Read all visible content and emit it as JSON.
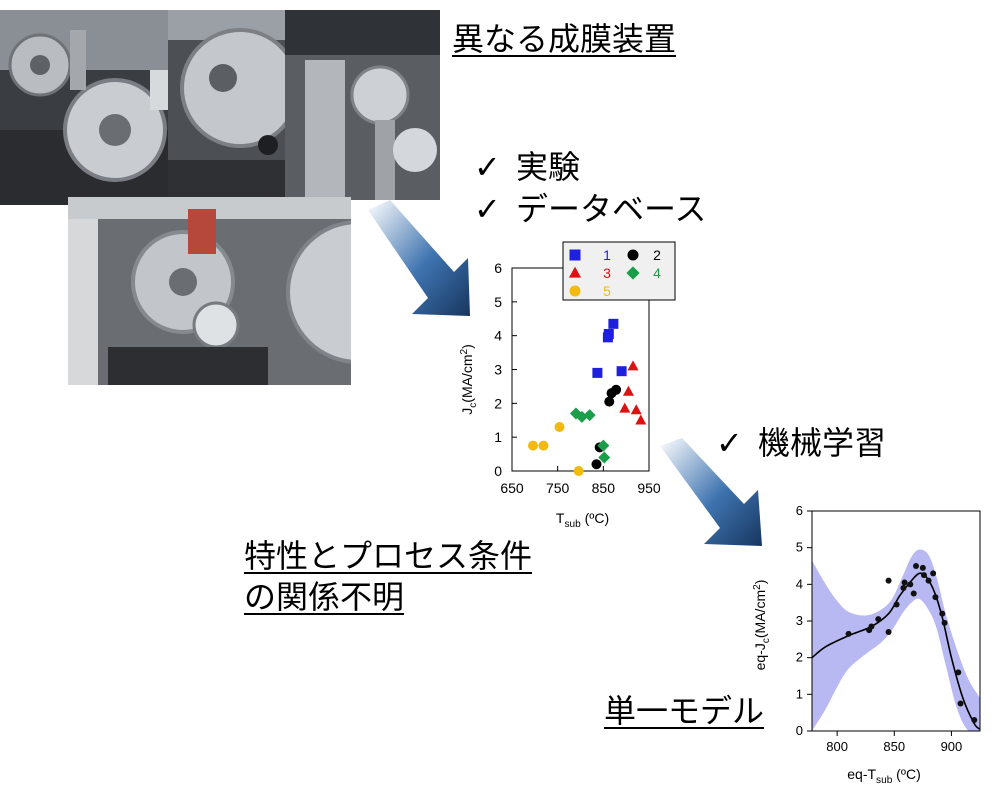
{
  "headings": {
    "different_equipment": "異なる成膜装置",
    "relationship_unknown_line1": "特性とプロセス条件",
    "relationship_unknown_line2": "の関係不明",
    "single_model": "単一モデル"
  },
  "checklist_top": {
    "experiment": "実験",
    "database": "データベース"
  },
  "checklist_ml": {
    "machine_learning": "機械学習"
  },
  "check_glyph": "✓",
  "photos": [
    {
      "name": "deposition-chamber-photo-1",
      "icon": "vacuum-chamber-photo"
    },
    {
      "name": "deposition-chamber-photo-2",
      "icon": "vacuum-chamber-photo"
    },
    {
      "name": "deposition-chamber-photo-3",
      "icon": "vacuum-chamber-photo"
    },
    {
      "name": "deposition-chamber-photo-4",
      "icon": "vacuum-chamber-photo"
    }
  ],
  "chart_data": [
    {
      "type": "scatter",
      "title": "",
      "xlabel_main": "T",
      "xlabel_sub": "sub",
      "xlabel_tail": " (ºC)",
      "ylabel_main": "J",
      "ylabel_sub": "c",
      "ylabel_tail": "(MA/cm",
      "ylabel_sup": "2",
      "ylabel_end": ")",
      "xlim": [
        650,
        950
      ],
      "ylim": [
        0,
        6
      ],
      "xticks": [
        "650",
        "750",
        "850",
        "950"
      ],
      "xtick_values": [
        650,
        750,
        850,
        950
      ],
      "yticks": [
        "0",
        "1",
        "2",
        "3",
        "4",
        "5",
        "6"
      ],
      "ytick_values": [
        0,
        1,
        2,
        3,
        4,
        5,
        6
      ],
      "legend_position": "top (inside, overlapping frame)",
      "series": [
        {
          "name": "1",
          "marker": "square",
          "color": "#1f1fe0",
          "points": [
            [
              837,
              2.9
            ],
            [
              860,
              3.95
            ],
            [
              862,
              4.05
            ],
            [
              872,
              4.35
            ],
            [
              890,
              2.95
            ]
          ]
        },
        {
          "name": "2",
          "marker": "circle",
          "color": "#000000",
          "points": [
            [
              835,
              0.2
            ],
            [
              842,
              0.7
            ],
            [
              863,
              2.05
            ],
            [
              868,
              2.3
            ],
            [
              878,
              2.4
            ]
          ]
        },
        {
          "name": "3",
          "marker": "triangle",
          "color": "#e01010",
          "points": [
            [
              897,
              1.85
            ],
            [
              905,
              2.35
            ],
            [
              915,
              3.1
            ],
            [
              922,
              1.8
            ],
            [
              932,
              1.5
            ]
          ]
        },
        {
          "name": "4",
          "marker": "diamond",
          "color": "#1a9e4a",
          "points": [
            [
              790,
              1.7
            ],
            [
              803,
              1.6
            ],
            [
              820,
              1.65
            ],
            [
              850,
              0.75
            ],
            [
              852,
              0.4
            ]
          ]
        },
        {
          "name": "5",
          "marker": "circle",
          "color": "#f2b90f",
          "points": [
            [
              696,
              0.75
            ],
            [
              719,
              0.75
            ],
            [
              754,
              1.3
            ],
            [
              796,
              0.0
            ]
          ]
        }
      ]
    },
    {
      "type": "line",
      "title": "",
      "xlabel_main": "eq-T",
      "xlabel_sub": "sub",
      "xlabel_tail": " (ºC)",
      "ylabel_main": "eq-J",
      "ylabel_sub": "c",
      "ylabel_tail": "(MA/cm",
      "ylabel_sup": "2",
      "ylabel_end": ")",
      "xlim": [
        778,
        925
      ],
      "ylim": [
        0,
        6
      ],
      "xticks": [
        "800",
        "850",
        "900"
      ],
      "xtick_values": [
        800,
        850,
        900
      ],
      "yticks": [
        "0",
        "1",
        "2",
        "3",
        "4",
        "5",
        "6"
      ],
      "ytick_values": [
        0,
        1,
        2,
        3,
        4,
        5,
        6
      ],
      "band_color": "#b8b8f2",
      "line_color": "#000000",
      "mean": [
        [
          778,
          2.0
        ],
        [
          790,
          2.3
        ],
        [
          810,
          2.6
        ],
        [
          830,
          2.85
        ],
        [
          845,
          3.2
        ],
        [
          855,
          3.7
        ],
        [
          865,
          4.1
        ],
        [
          872,
          4.3
        ],
        [
          878,
          4.2
        ],
        [
          885,
          3.8
        ],
        [
          892,
          3.1
        ],
        [
          900,
          2.0
        ],
        [
          910,
          0.9
        ],
        [
          920,
          0.2
        ],
        [
          925,
          0.05
        ]
      ],
      "band_upper": [
        [
          778,
          4.65
        ],
        [
          790,
          4.0
        ],
        [
          800,
          3.55
        ],
        [
          810,
          3.25
        ],
        [
          825,
          3.15
        ],
        [
          838,
          3.3
        ],
        [
          848,
          3.6
        ],
        [
          857,
          4.2
        ],
        [
          865,
          4.75
        ],
        [
          872,
          4.95
        ],
        [
          880,
          4.8
        ],
        [
          887,
          4.2
        ],
        [
          895,
          3.2
        ],
        [
          905,
          2.2
        ],
        [
          915,
          1.4
        ],
        [
          925,
          0.9
        ]
      ],
      "band_lower": [
        [
          778,
          0.0
        ],
        [
          790,
          0.6
        ],
        [
          800,
          1.2
        ],
        [
          810,
          1.7
        ],
        [
          825,
          2.1
        ],
        [
          838,
          2.4
        ],
        [
          848,
          2.75
        ],
        [
          857,
          3.2
        ],
        [
          865,
          3.5
        ],
        [
          872,
          3.6
        ],
        [
          880,
          3.3
        ],
        [
          887,
          2.8
        ],
        [
          895,
          1.8
        ],
        [
          905,
          0.6
        ],
        [
          915,
          0.0
        ],
        [
          925,
          0.0
        ]
      ],
      "points": [
        [
          810,
          2.65
        ],
        [
          828,
          2.75
        ],
        [
          830,
          2.85
        ],
        [
          836,
          3.05
        ],
        [
          845,
          2.7
        ],
        [
          845,
          4.1
        ],
        [
          852,
          3.45
        ],
        [
          858,
          3.9
        ],
        [
          859,
          4.05
        ],
        [
          864,
          4.0
        ],
        [
          867,
          3.75
        ],
        [
          869,
          4.5
        ],
        [
          875,
          4.45
        ],
        [
          876,
          4.25
        ],
        [
          880,
          4.1
        ],
        [
          884,
          4.3
        ],
        [
          886,
          3.65
        ],
        [
          892,
          3.2
        ],
        [
          894,
          2.95
        ],
        [
          906,
          1.6
        ],
        [
          908,
          0.75
        ],
        [
          920,
          0.3
        ]
      ]
    }
  ]
}
